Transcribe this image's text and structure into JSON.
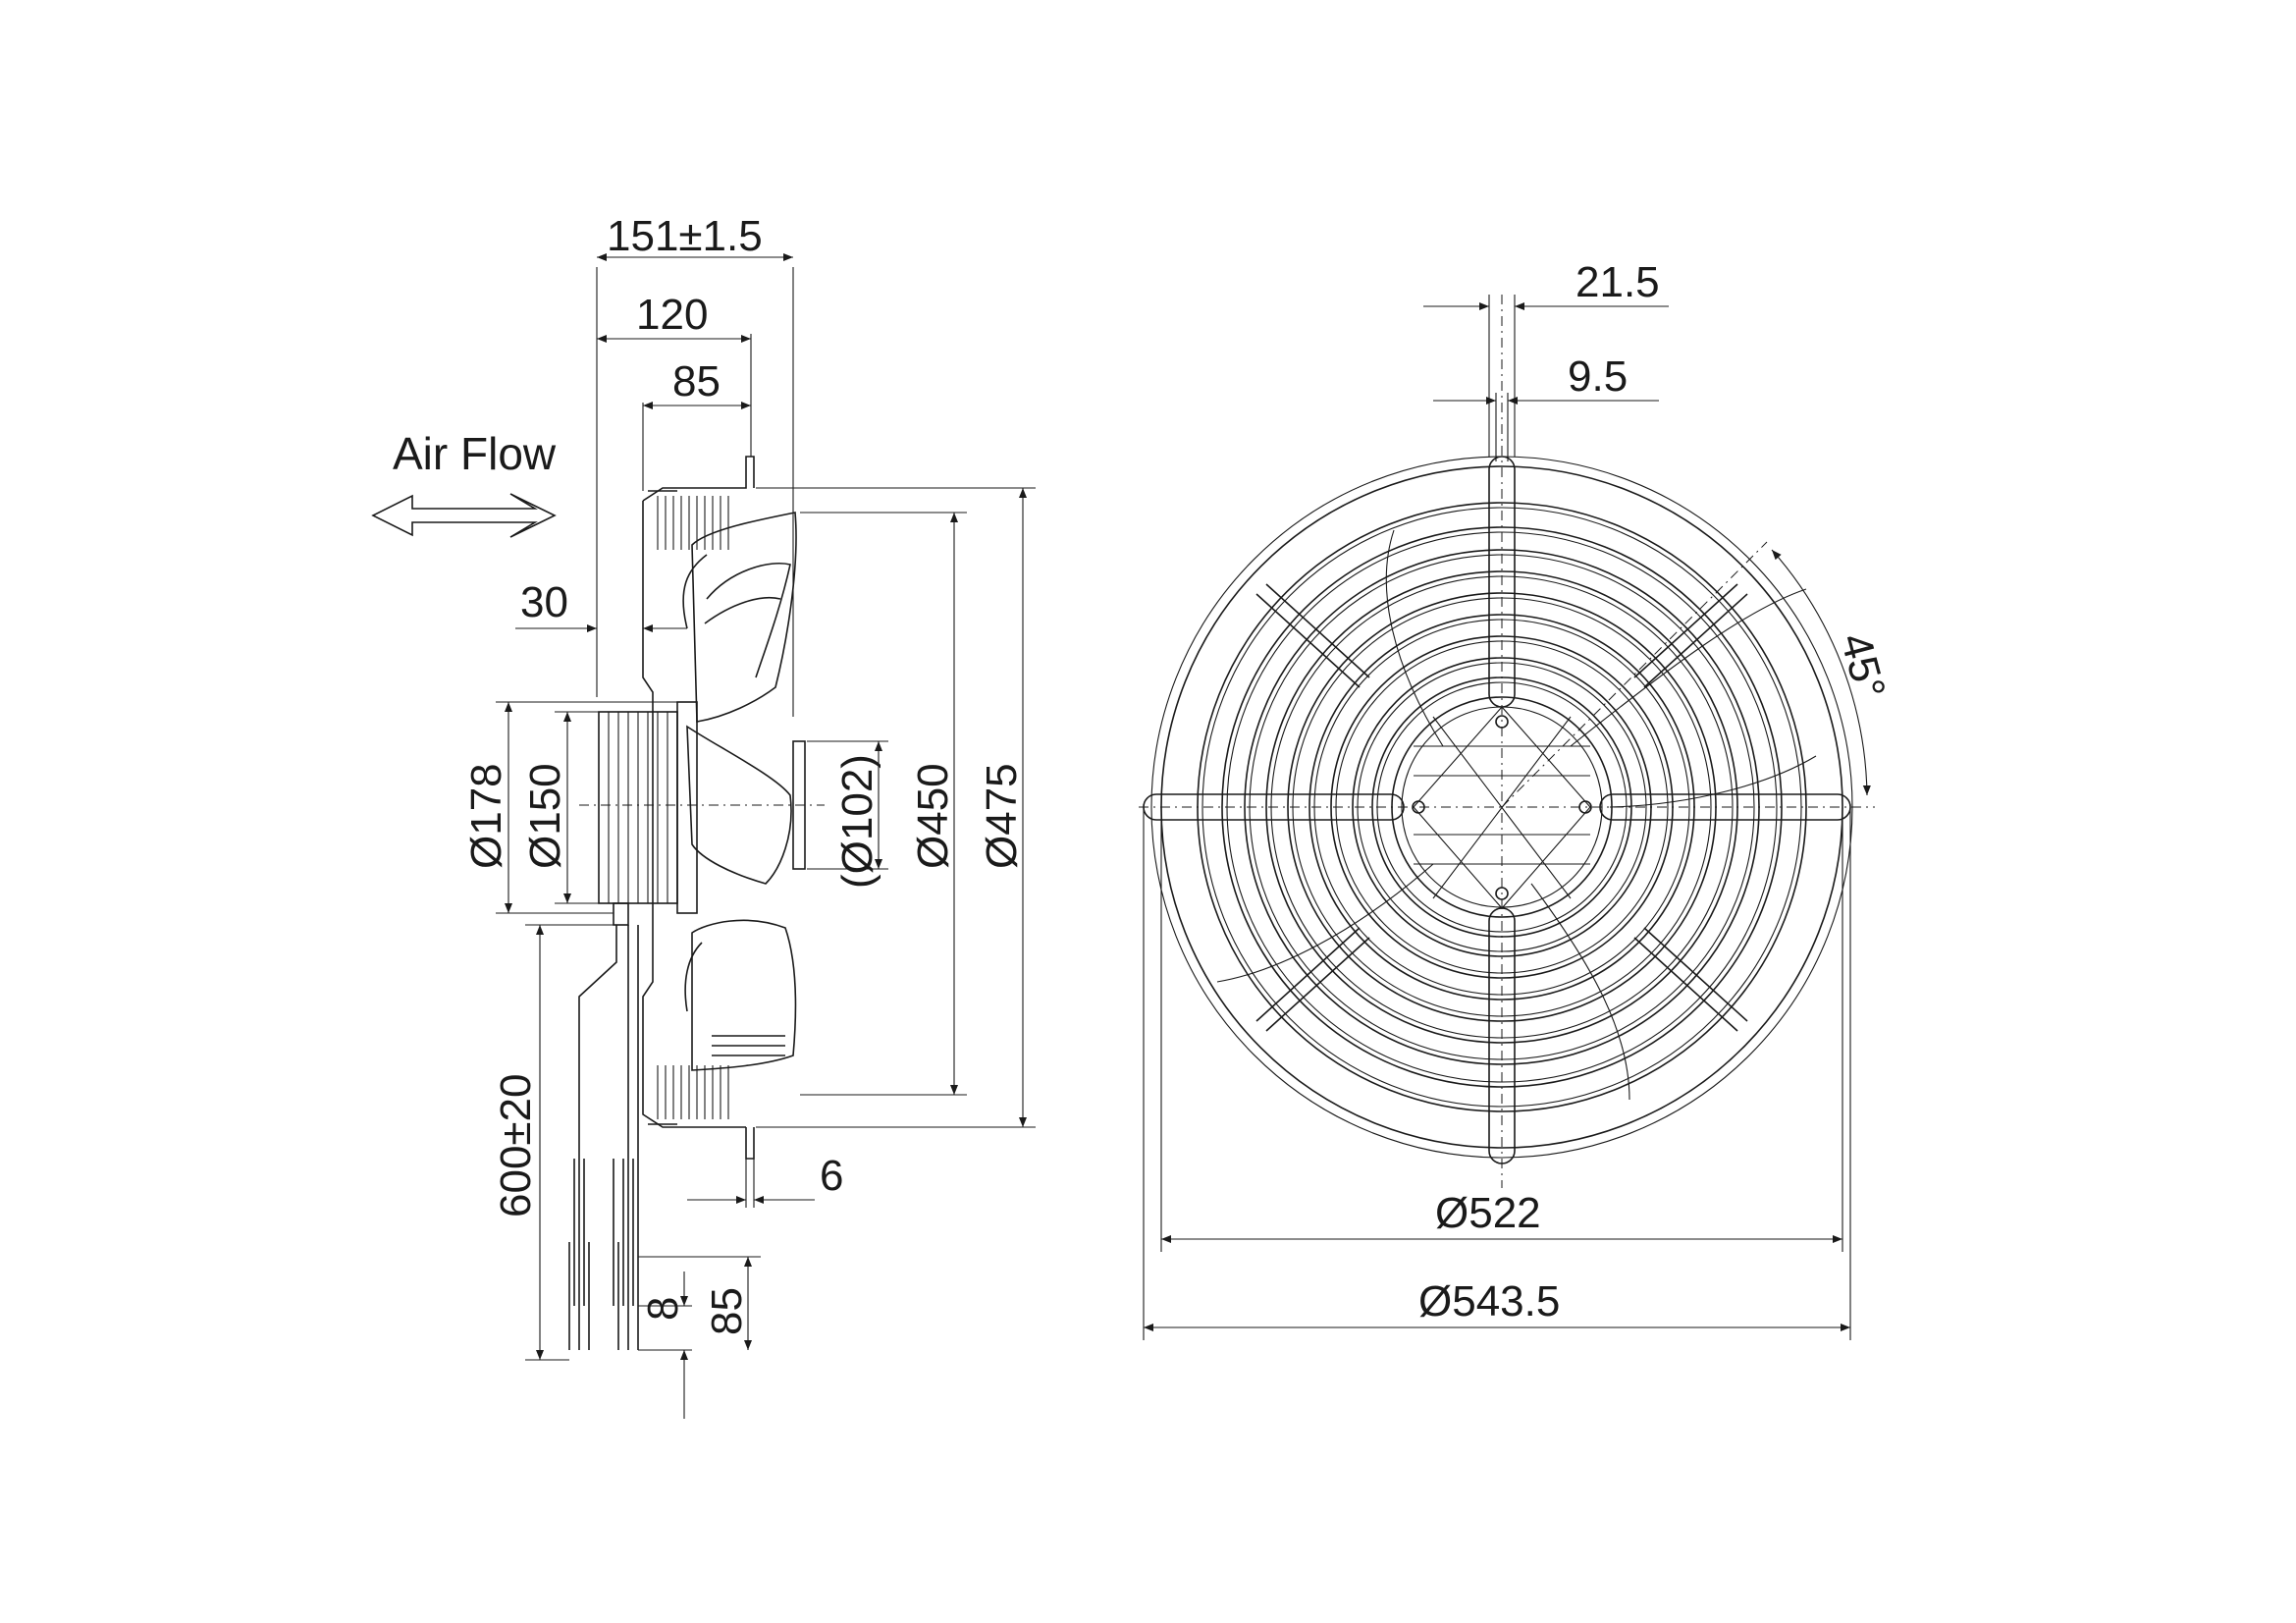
{
  "labels": {
    "air_flow": "Air Flow",
    "angle": "45°"
  },
  "side_view": {
    "depth_total": "151±1.5",
    "depth_guard": "120",
    "depth_hub": "85",
    "shaft_offset": "30",
    "motor_dia_outer": "Ø178",
    "motor_dia_inner": "Ø150",
    "hub_dia": "(Ø102)",
    "blade_dia": "Ø450",
    "guard_dia": "Ø475",
    "cable_length": "600±20",
    "flange_thickness": "6",
    "wire_strip": "8",
    "wire_end": "85"
  },
  "front_view": {
    "mount_slot_outer": "21.5",
    "mount_slot_inner": "9.5",
    "ring_dia": "Ø522",
    "overall_dia": "Ø543.5"
  },
  "colors": {
    "line": "#1a1a1a",
    "background": "#ffffff"
  }
}
